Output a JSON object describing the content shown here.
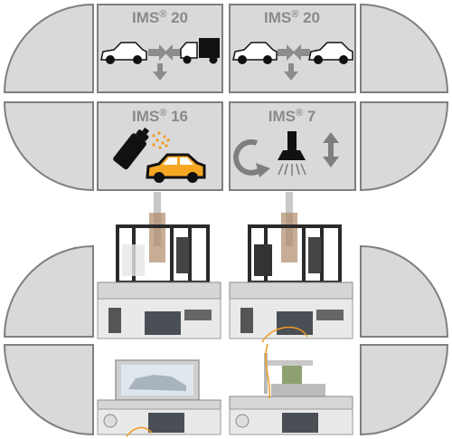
{
  "layout_title": "",
  "tiles": [
    {
      "id": "ims20-left",
      "label": "IMS",
      "reg": "®",
      "number": "20",
      "icon": "car-truck-merge-icon"
    },
    {
      "id": "ims20-right",
      "label": "IMS",
      "reg": "®",
      "number": "20",
      "icon": "car-car-merge-icon"
    },
    {
      "id": "ims16",
      "label": "IMS",
      "reg": "®",
      "number": "16",
      "icon": "spray-paint-car-icon"
    },
    {
      "id": "ims7",
      "label": "IMS",
      "reg": "®",
      "number": "7",
      "icon": "rotate-lift-press-icon"
    }
  ],
  "photos": [
    {
      "id": "station-left-upper",
      "subject": "assembly-station-photo"
    },
    {
      "id": "station-right-upper",
      "subject": "assembly-station-photo"
    },
    {
      "id": "station-left-lower",
      "subject": "monitor-station-photo"
    },
    {
      "id": "station-right-lower",
      "subject": "robot-station-photo"
    }
  ],
  "colors": {
    "tile_fill": "#d9d9d9",
    "tile_border": "#7f7f7f",
    "arrow_gray": "#8c8c8c",
    "icon_black": "#111111",
    "spray_orange": "#f59a23",
    "car_orange": "#f5a623"
  }
}
